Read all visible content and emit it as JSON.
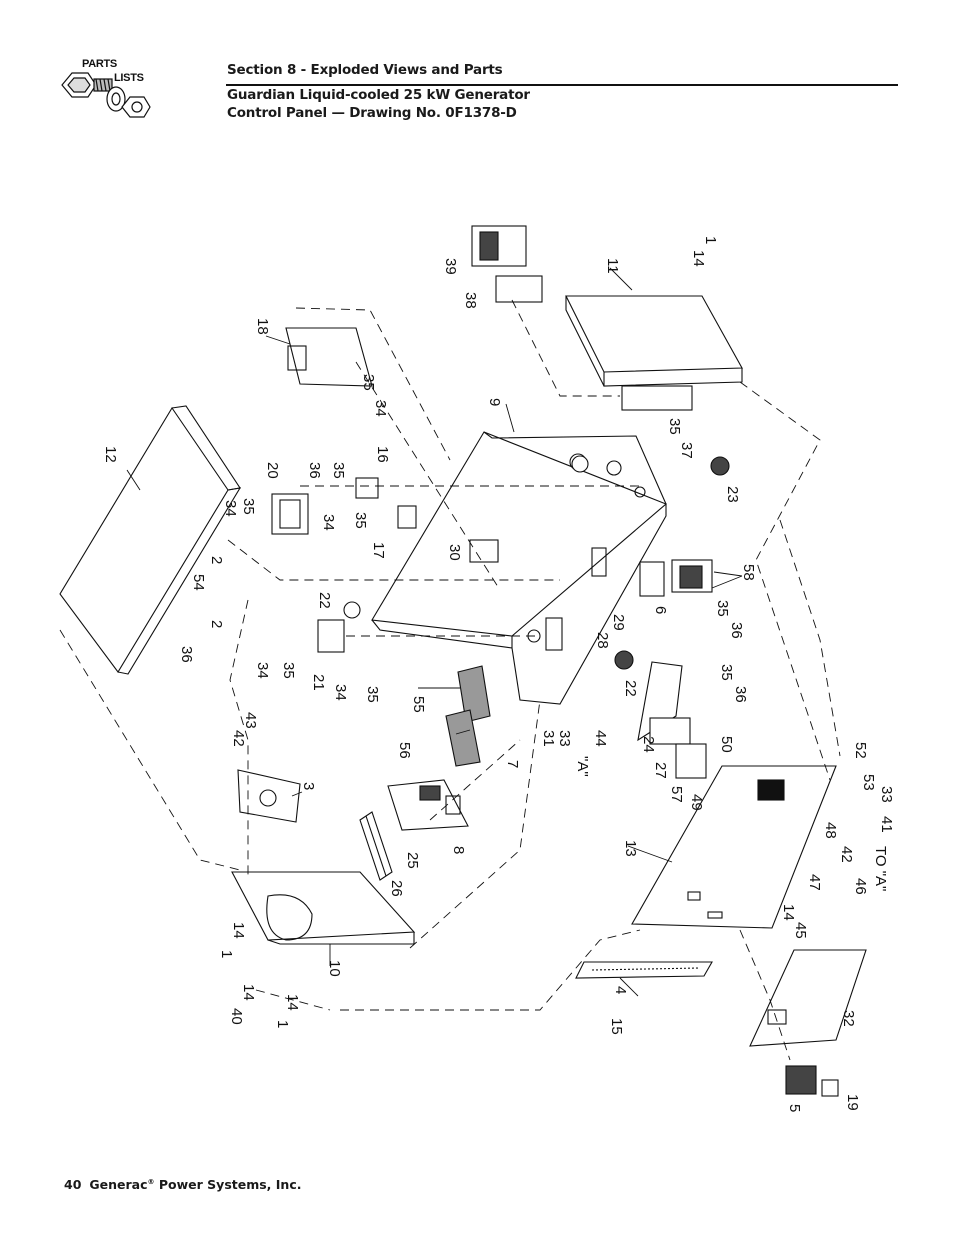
{
  "header": {
    "logo_line1": "PARTS",
    "logo_line2": "LISTS",
    "section": "Section 8 - Exploded Views and Parts",
    "title_line1": "Guardian Liquid-cooled 25 kW Generator",
    "title_line2": "Control Panel — Drawing No. 0F1378-D"
  },
  "footer": {
    "page_number": "40",
    "company": "Generac",
    "registered": "®",
    "company_rest": " Power Systems, Inc."
  },
  "callouts": {
    "c1": "1",
    "c2": "2",
    "c3": "3",
    "c4": "4",
    "c5": "5",
    "c6": "6",
    "c7": "7",
    "c8": "8",
    "c9": "9",
    "c10": "10",
    "c11": "11",
    "c12": "12",
    "c13": "13",
    "c14": "14",
    "c15": "15",
    "c16": "16",
    "c17": "17",
    "c18": "18",
    "c19": "19",
    "c20": "20",
    "c21": "21",
    "c22": "22",
    "c23": "23",
    "c24": "24",
    "c25": "25",
    "c26": "26",
    "c27": "27",
    "c28": "28",
    "c29": "29",
    "c30": "30",
    "c31": "31",
    "c32": "32",
    "c33": "33",
    "c34": "34",
    "c35": "35",
    "c36": "36",
    "c37": "37",
    "c38": "38",
    "c39": "39",
    "c40": "40",
    "c41": "41",
    "c42": "42",
    "c43": "43",
    "c44": "44",
    "c45": "45",
    "c46": "46",
    "c47": "47",
    "c48": "48",
    "c49": "49",
    "c50": "50",
    "c52": "52",
    "c53": "53",
    "c54": "54",
    "c55": "55",
    "c56": "56",
    "c57": "57",
    "c58": "58",
    "a_ref": "\"A\"",
    "to_a": "TO \"A\""
  }
}
